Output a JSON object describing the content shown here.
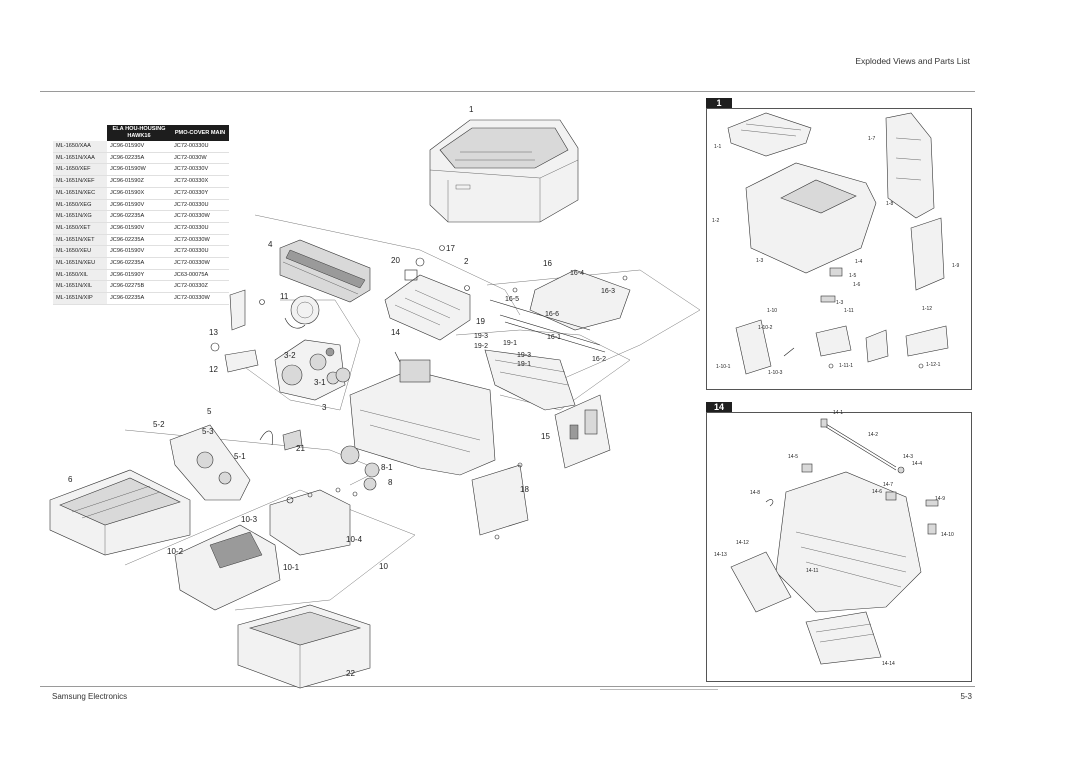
{
  "header": {
    "title": "Exploded Views and Parts List"
  },
  "footer": {
    "left": "Samsung Electronics",
    "right": "5-3"
  },
  "parts_table": {
    "headers": [
      "",
      "ELA HOU-HOUSING HAWK16",
      "PMO-COVER MAIN"
    ],
    "rows": [
      [
        "ML-1650/XAA",
        "JC96-01590V",
        "JC72-00330U"
      ],
      [
        "ML-1651N/XAA",
        "JC96-02235A",
        "JC72-0030W"
      ],
      [
        "ML-1650/XEF",
        "JC96-01590W",
        "JC72-00330V"
      ],
      [
        "ML-1651N/XEF",
        "JC96-01590Z",
        "JC72-00330X"
      ],
      [
        "ML-1651N/XEC",
        "JC96-01590X",
        "JC72-00330Y"
      ],
      [
        "ML-1650/XEG",
        "JC96-01590V",
        "JC72-00330U"
      ],
      [
        "ML-1651N/XG",
        "JC96-02235A",
        "JC72-00330W"
      ],
      [
        "ML-1650/XET",
        "JC96-01590V",
        "JC72-00330U"
      ],
      [
        "ML-1651N/XET",
        "JC96-02235A",
        "JC72-00330W"
      ],
      [
        "ML-1650/XEU",
        "JC96-01590V",
        "JC72-00330U"
      ],
      [
        "ML-1651N/XEU",
        "JC96-02235A",
        "JC72-00330W"
      ],
      [
        "ML-1650/XIL",
        "JC96-01590Y",
        "JC63-00075A"
      ],
      [
        "ML-1651N/XIL",
        "JC96-02275B",
        "JC72-00330Z"
      ],
      [
        "ML-1651N/XIP",
        "JC96-02235A",
        "JC72-00330W"
      ]
    ]
  },
  "main_callouts": {
    "c1": "1",
    "c4": "4",
    "c11": "11",
    "c13": "13",
    "c12": "12",
    "c3_2": "3-2",
    "c3_1": "3-1",
    "c3": "3",
    "c20": "20",
    "c17": "17",
    "c2": "2",
    "c14": "14",
    "c16": "16",
    "c16_4": "16-4",
    "c16_3": "16-3",
    "c16_5": "16-5",
    "c16_6": "16-6",
    "c16_1": "16-1",
    "c16_2": "16-2",
    "c19": "19",
    "c19_3a": "19-3",
    "c19_1a": "19-1",
    "c19_2": "19-2",
    "c19_3b": "19-3",
    "c19_1b": "19-1",
    "c5": "5",
    "c5_2": "5-2",
    "c5_3": "5-3",
    "c5_1": "5-1",
    "c21": "21",
    "c15": "15",
    "c8_1": "8-1",
    "c8": "8",
    "c18": "18",
    "c6": "6",
    "c10_3": "10-3",
    "c10_4": "10-4",
    "c10_2": "10-2",
    "c10_1": "10-1",
    "c10": "10",
    "c22": "22"
  },
  "detail_1": {
    "tag": "1",
    "callouts": {
      "a1_1": "1-1",
      "a1_7": "1-7",
      "a1_8": "1-8",
      "a1_2": "1-2",
      "a1_3a": "1-3",
      "a1_4": "1-4",
      "a1_5": "1-5",
      "a1_6": "1-6",
      "a1_9": "1-9",
      "a1_3b": "1-3",
      "a1_10": "1-10",
      "a1_11": "1-11",
      "a1_12": "1-12",
      "a1_10_2": "1-10-2",
      "a1_10_1": "1-10-1",
      "a1_10_3": "1-10-3",
      "a1_11_1": "1-11-1",
      "a1_12_1": "1-12-1"
    }
  },
  "detail_14": {
    "tag": "14",
    "callouts": {
      "b14_1": "14-1",
      "b14_2": "14-2",
      "b14_5": "14-5",
      "b14_3": "14-3",
      "b14_4": "14-4",
      "b14_7": "14-7",
      "b14_8": "14-8",
      "b14_6": "14-6",
      "b14_9": "14-9",
      "b14_10": "14-10",
      "b14_12": "14-12",
      "b14_13": "14-13",
      "b14_11": "14-11",
      "b14_14": "14-14"
    }
  }
}
